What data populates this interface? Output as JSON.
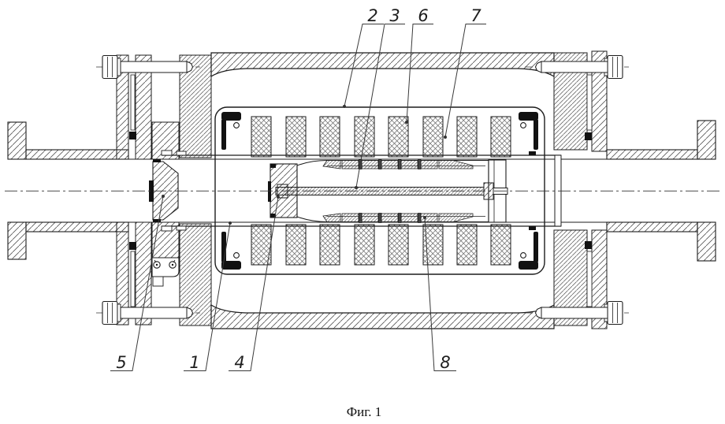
{
  "figure": {
    "caption": "Фиг. 1"
  },
  "callouts": {
    "top": [
      {
        "label": "2"
      },
      {
        "label": "3"
      },
      {
        "label": "6"
      },
      {
        "label": "7"
      }
    ],
    "bottom": [
      {
        "label": "5"
      },
      {
        "label": "1"
      },
      {
        "label": "4"
      },
      {
        "label": "8"
      }
    ]
  },
  "style": {
    "background_color": "#ffffff",
    "line_color": "#1c1c1c",
    "hatch_color": "#565656",
    "dark_fill": "#121212",
    "leader_color": "#3a3a3a"
  }
}
